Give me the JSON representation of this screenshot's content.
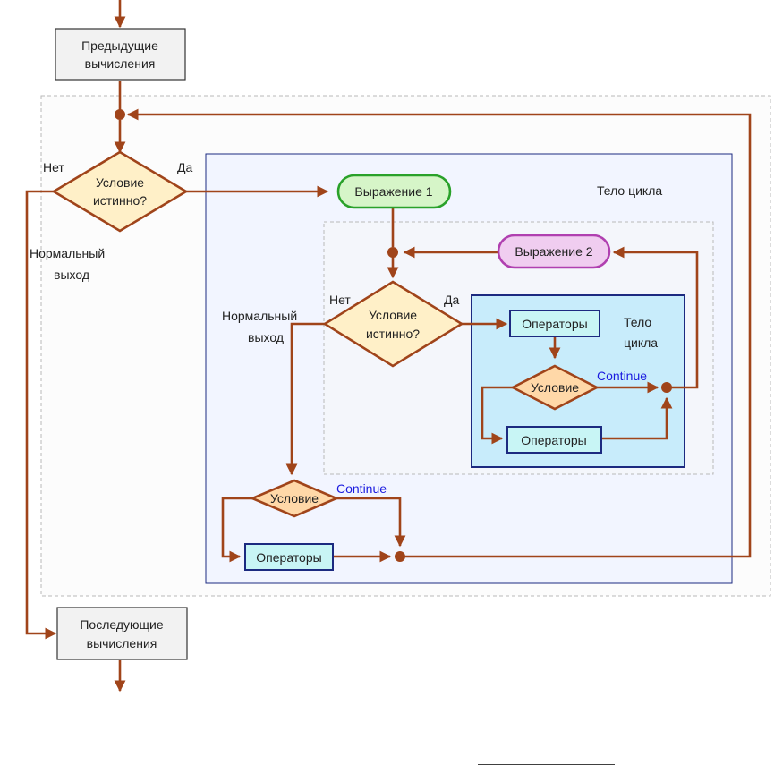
{
  "outer": {
    "prev_line1": "Предыдущие",
    "prev_line2": "вычисления",
    "cond_line1": "Условие",
    "cond_line2": "истинно?",
    "no": "Нет",
    "yes": "Да",
    "normal_exit_line1": "Нормальный",
    "normal_exit_line2": "выход",
    "next_line1": "Последующие",
    "next_line2": "вычисления"
  },
  "body": {
    "title": "Тело цикла",
    "expr1": "Выражение 1",
    "expr2": "Выражение 2",
    "normal_exit_line1": "Нормальный",
    "normal_exit_line2": "выход",
    "condition": "Условие",
    "continue": "Continue",
    "operators": "Операторы"
  },
  "inner": {
    "cond_line1": "Условие",
    "cond_line2": "истинно?",
    "no": "Нет",
    "yes": "Да",
    "body_title_line1": "Тело",
    "body_title_line2": "цикла",
    "operators_top": "Операторы",
    "condition": "Условие",
    "continue": "Continue",
    "operators_bottom": "Операторы"
  },
  "colors": {
    "flow": "#a0441a",
    "decision_fill": "#fff0c8",
    "decision_fill_small": "#ffd8a8",
    "expr1_fill": "#d6f5c8",
    "expr1_stroke": "#2aa12a",
    "expr2_fill": "#f0cdf0",
    "expr2_stroke": "#b040b0",
    "operators_fill": "#c8f5f5",
    "operators_stroke": "#1c2a80",
    "body_bg": "#f2f5ff",
    "inner_body_bg": "#c8ecfb",
    "continue_text": "#1a1adf"
  }
}
